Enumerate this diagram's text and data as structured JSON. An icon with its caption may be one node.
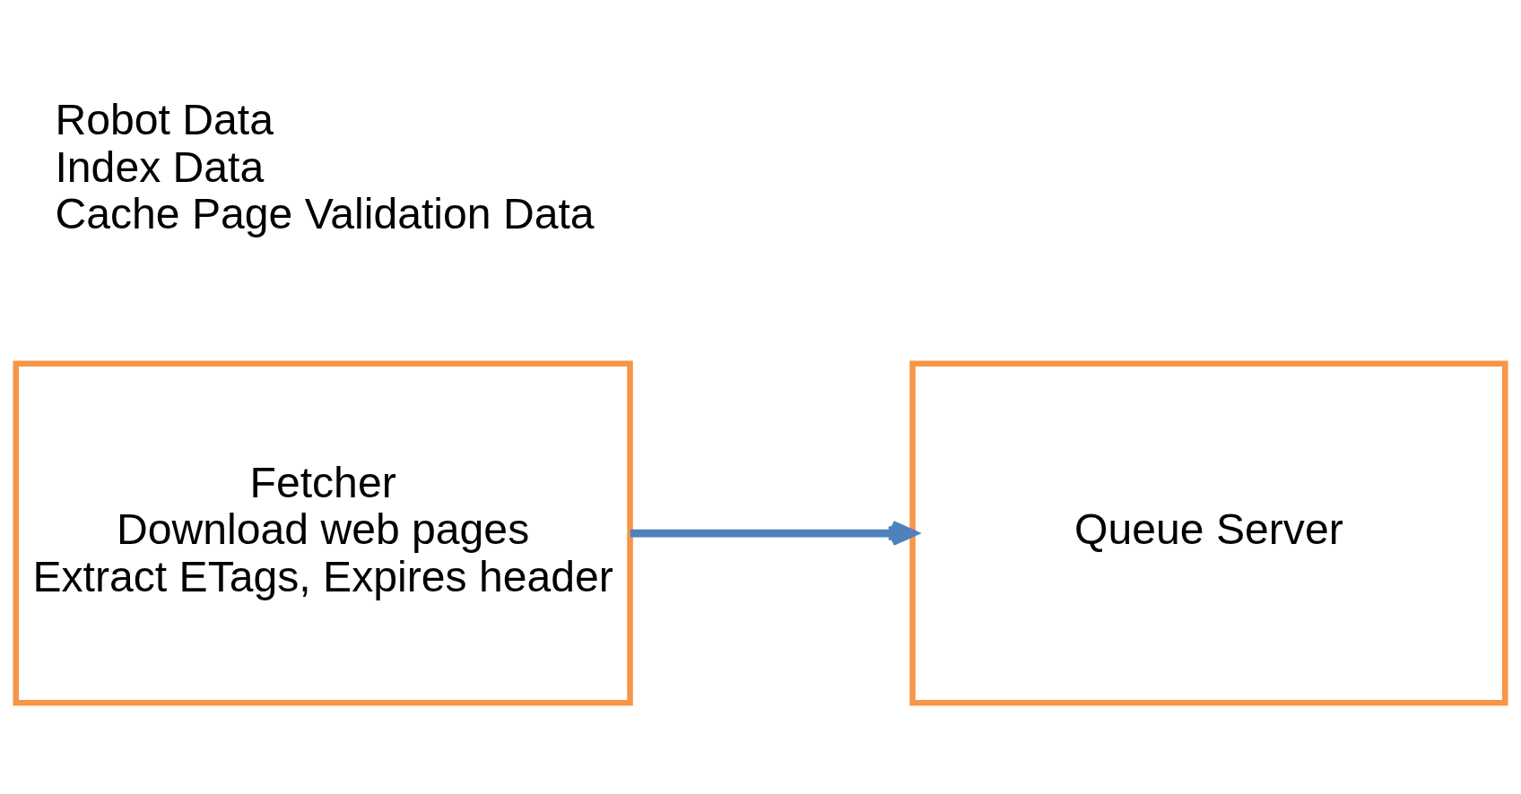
{
  "diagram": {
    "nodes": [
      {
        "text": [
          "Queue Server"
        ]
      },
      {
        "text": [
          "Fetcher",
          "Download web pages",
          "Extract ETags, Expires header"
        ]
      }
    ],
    "edges": [
      {
        "from": 1,
        "to": 0,
        "arrow": "to"
      }
    ],
    "labels": [
      "Robot Data",
      "Index Data",
      "Cache Page Validation Data"
    ]
  }
}
